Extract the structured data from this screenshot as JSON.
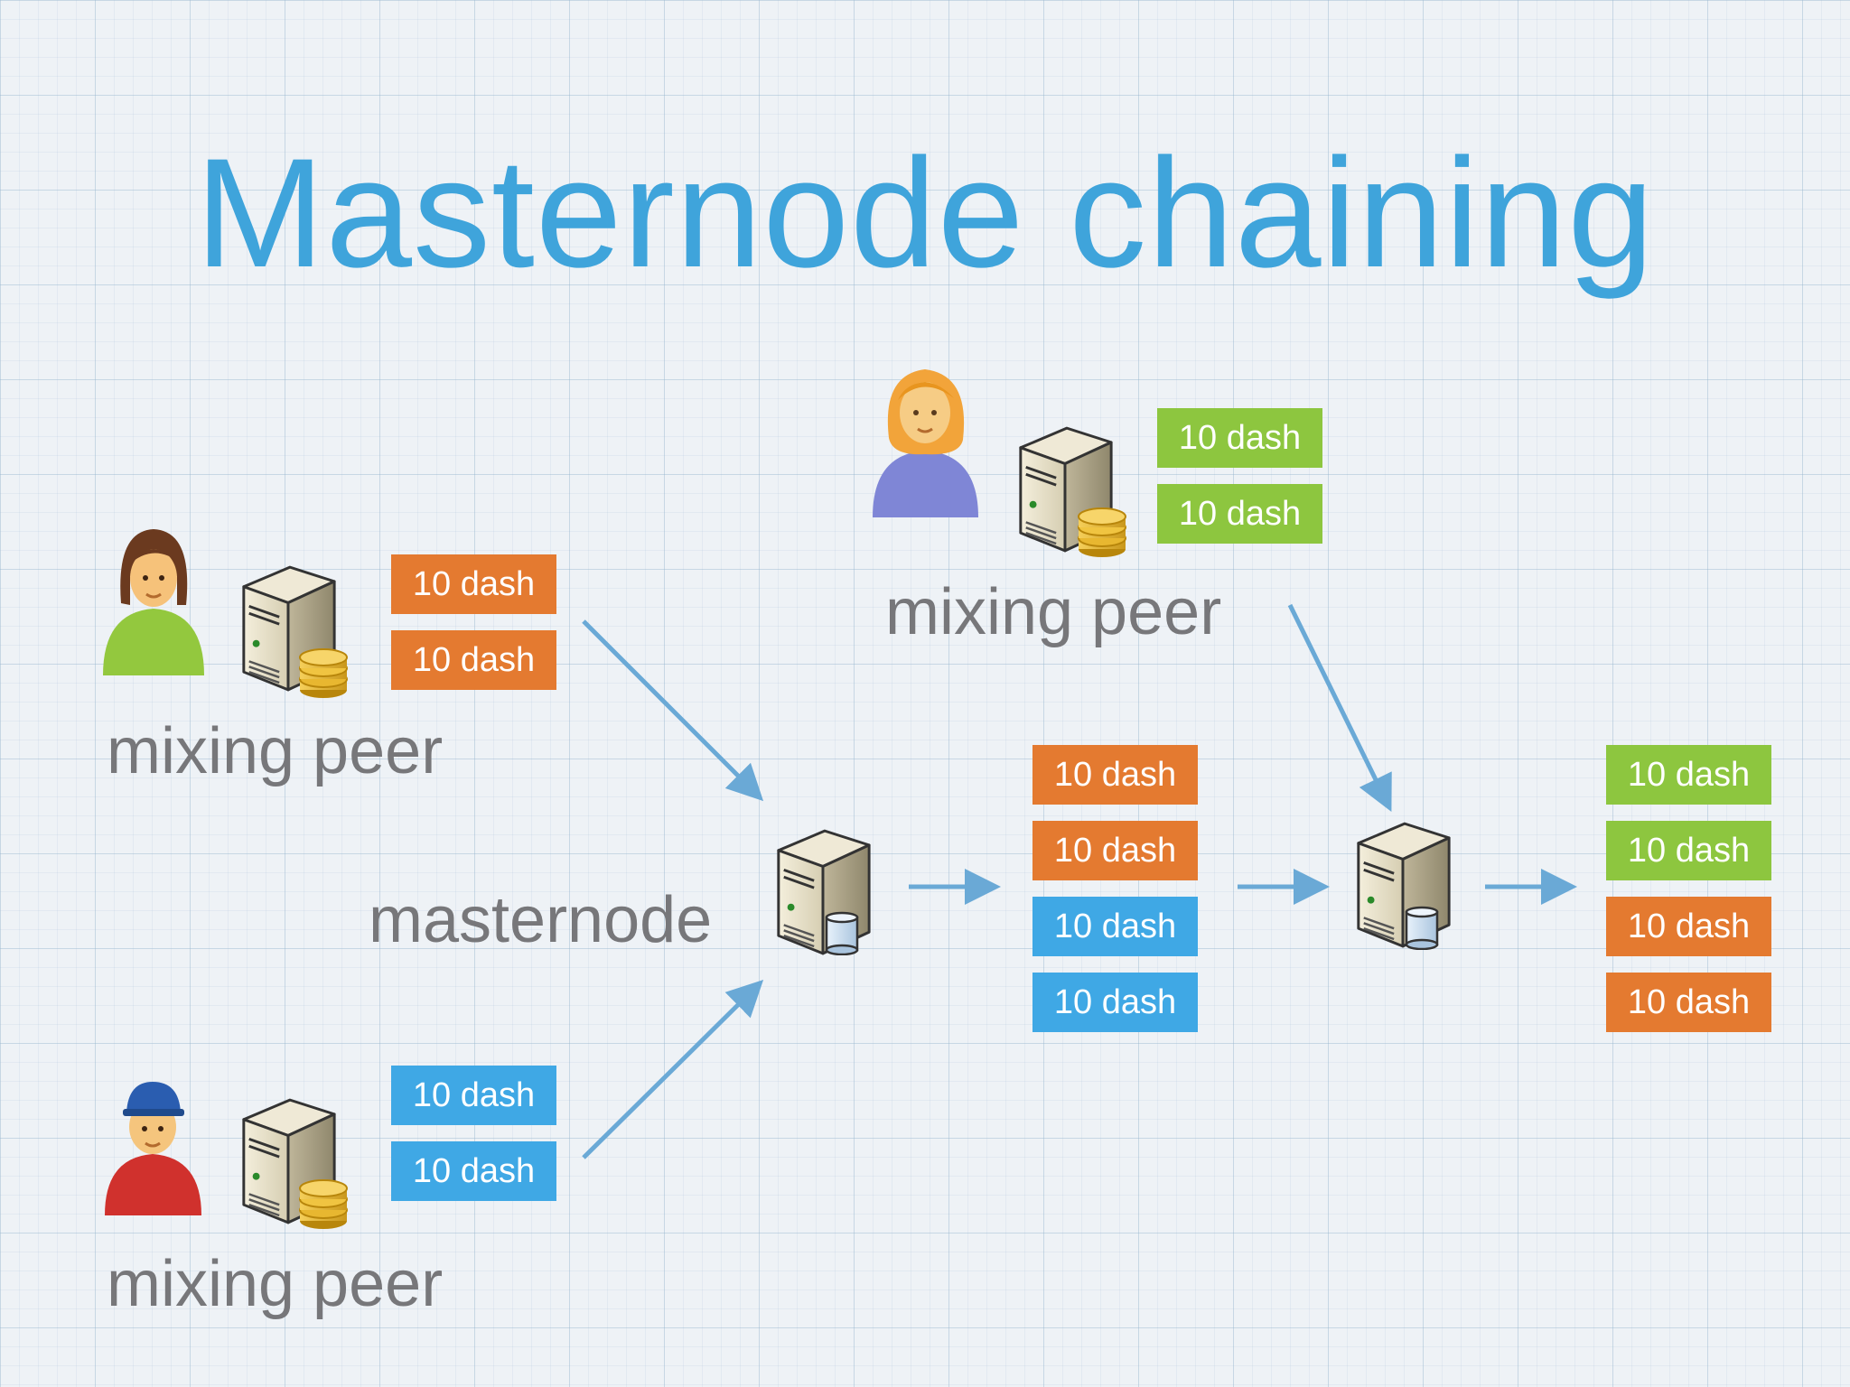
{
  "title": "Masternode chaining",
  "labels": {
    "peer_top": "mixing peer",
    "peer_left": "mixing peer",
    "peer_bottom": "mixing peer",
    "masternode": "masternode"
  },
  "colors": {
    "orange": "#e47a30",
    "green": "#8dc63f",
    "blue": "#3fa8e5",
    "arrow": "#6aa9d6",
    "title": "#3fa4db"
  },
  "coins": {
    "peer_top": [
      "10 dash",
      "10 dash"
    ],
    "peer_left": [
      "10 dash",
      "10 dash"
    ],
    "peer_bottom": [
      "10 dash",
      "10 dash"
    ],
    "mix_round1": [
      "10 dash",
      "10 dash",
      "10 dash",
      "10 dash"
    ],
    "mix_round2": [
      "10 dash",
      "10 dash",
      "10 dash",
      "10 dash"
    ]
  },
  "icons": {
    "user_top": "woman-blonde-user-icon",
    "user_left": "woman-green-user-icon",
    "user_bottom": "man-cap-user-icon",
    "server_wallet": "server-with-coins-icon",
    "server_masternode": "server-with-database-icon"
  }
}
